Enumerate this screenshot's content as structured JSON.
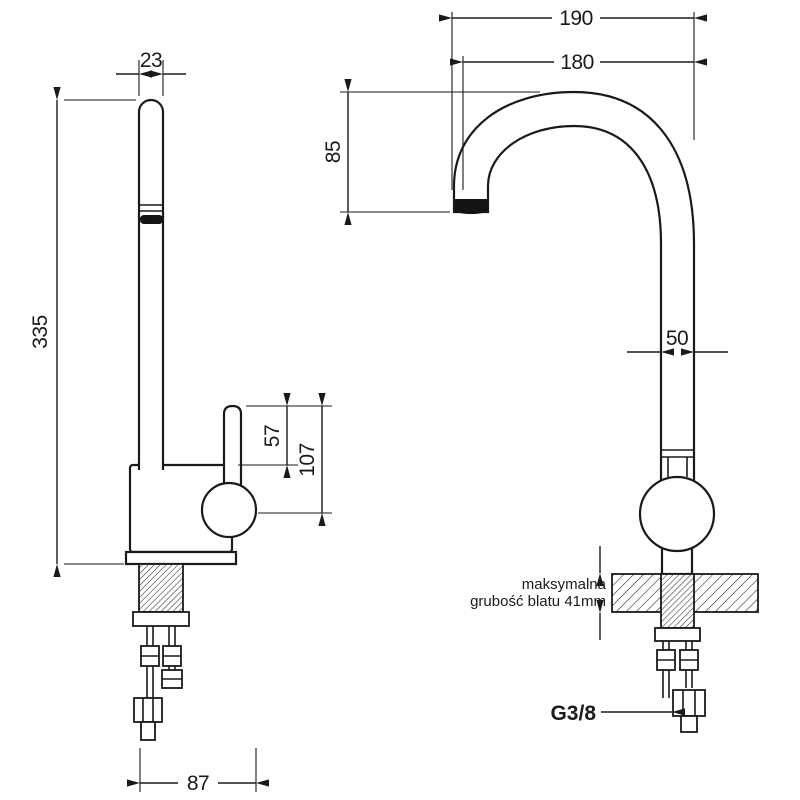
{
  "page": {
    "background": "#ffffff",
    "ink": "#1a1a1a"
  },
  "side_view": {
    "dim_width_top": "23",
    "dim_total_height": "335",
    "dim_lever_offset": "57",
    "dim_body_height": "107",
    "dim_base_width": "87"
  },
  "front_view": {
    "dim_reach_outer": "190",
    "dim_reach_inner": "180",
    "dim_spout_drop": "85",
    "dim_column": "50",
    "thread_size": "G3/8",
    "counter_note_line1": "maksymalna",
    "counter_note_line2": "grubość blatu 41mm"
  }
}
